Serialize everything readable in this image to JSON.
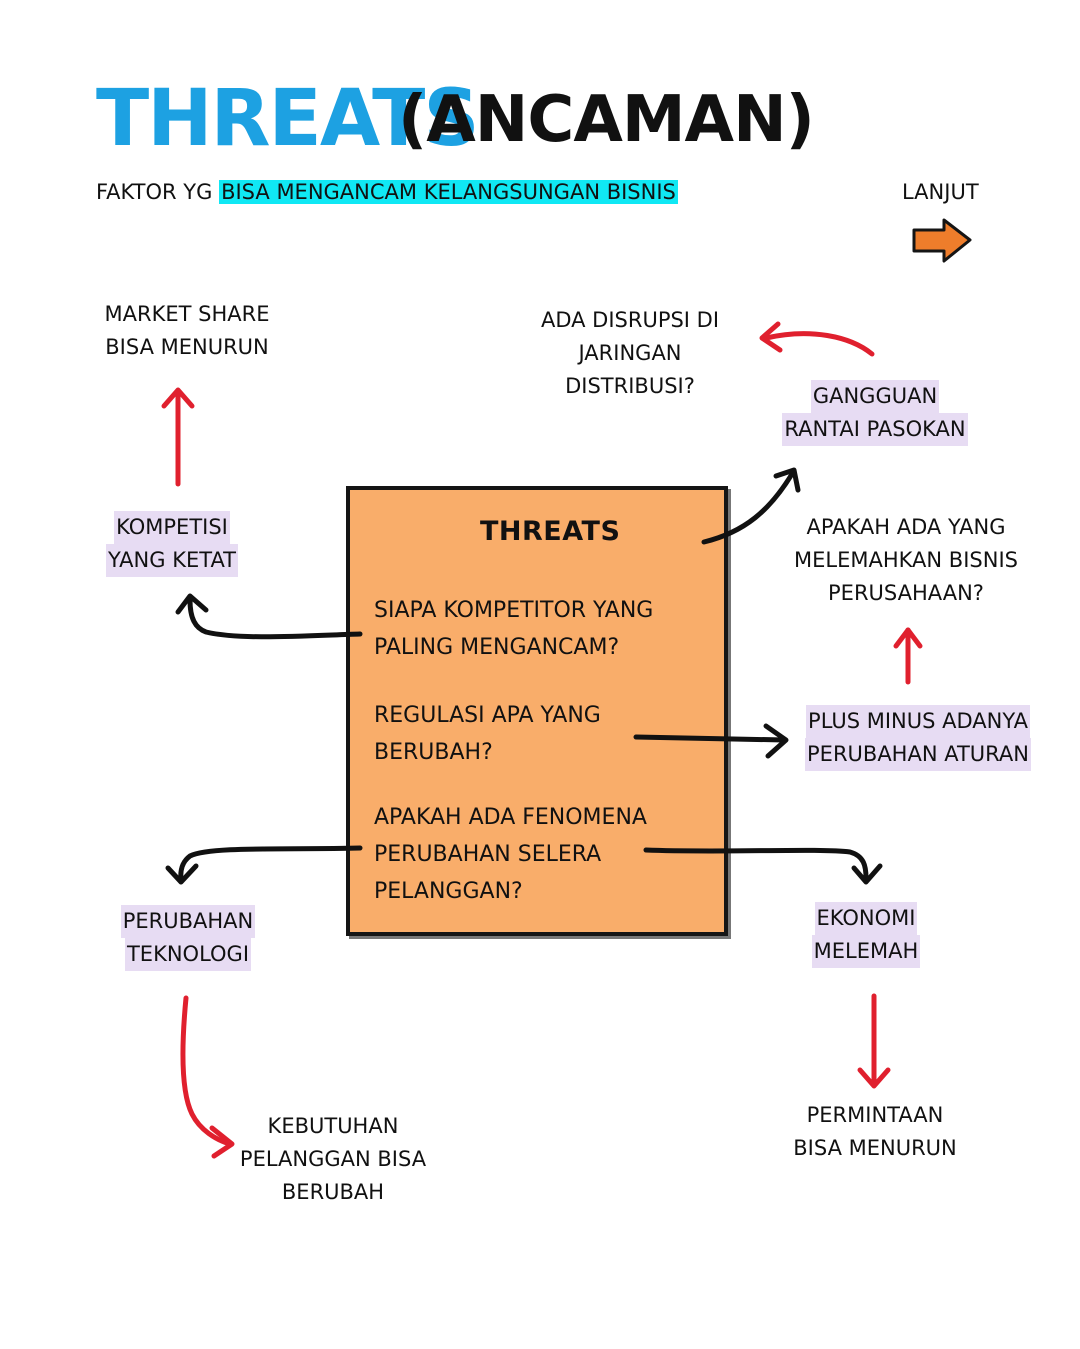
{
  "header": {
    "title": "THREATS",
    "title_paren": "(ANCAMAN)",
    "subtitle_prefix": "FAKTOR YG",
    "subtitle_highlight": "BISA MENGANCAM KELANGSUNGAN BISNIS",
    "next_label": "LANJUT"
  },
  "center_box": {
    "title": "THREATS",
    "questions": [
      "SIAPA KOMPETITOR YANG\nPALING MENGANCAM?",
      "REGULASI APA YANG\nBERUBAH?",
      "APAKAH ADA FENOMENA\nPERUBAHAN SELERA\nPELANGGAN?"
    ]
  },
  "nodes": {
    "kompetisi": "KOMPETISI",
    "kompetisi_2": "YANG KETAT",
    "market_share": "MARKET SHARE\nBISA MENURUN",
    "gangguan_1": "GANGGUAN",
    "gangguan_2": "RANTAI PASOKAN",
    "disrupsi": "ADA DISRUPSI DI\nJARINGAN\nDISTRIBUSI?",
    "melemahkan": "APAKAH ADA YANG\nMELEMAHKAN BISNIS\nPERUSAHAAN?",
    "plus_minus_1": "PLUS MINUS ADANYA",
    "plus_minus_2": "PERUBAHAN ATURAN",
    "teknologi_1": "PERUBAHAN",
    "teknologi_2": "TEKNOLOGI",
    "kebutuhan": "KEBUTUHAN\nPELANGGAN BISA\nBERUBAH",
    "ekonomi_1": "EKONOMI",
    "ekonomi_2": "MELEMAH",
    "permintaan": "PERMINTAAN\nBISA MENURUN"
  },
  "colors": {
    "title_blue": "#1da1e2",
    "highlight_cyan": "#10e8f4",
    "box_orange": "#f9ad6a",
    "tag_lavender": "#e7dcf3",
    "arrow_red": "#e0202e",
    "arrow_black": "#111111",
    "next_arrow_orange": "#ee7d2b"
  },
  "icons": {
    "next": "right-arrow-icon"
  }
}
